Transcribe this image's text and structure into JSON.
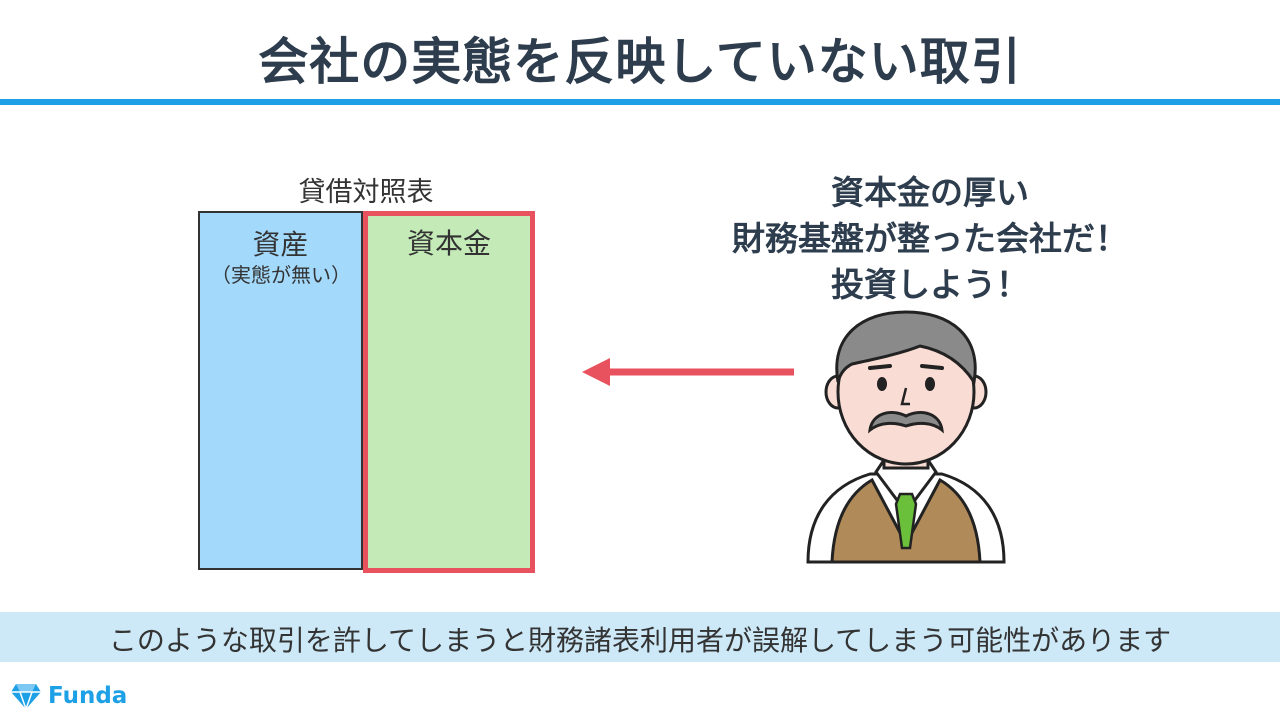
{
  "title": "会社の実態を反映していない取引",
  "balance_sheet": {
    "title": "貸借対照表",
    "asset_label": "資産",
    "asset_note": "（実態が無い）",
    "capital_label": "資本金"
  },
  "speech": {
    "line1": "資本金の厚い",
    "line2": "財務基盤が整った会社だ！",
    "line3": "投資しよう！"
  },
  "bottom_text": "このような取引を許してしまうと財務諸表利用者が誤解してしまう可能性があります",
  "logo": {
    "text": "Funda"
  },
  "colors": {
    "accent": "#1ea0e6",
    "asset_fill": "#a3d9fb",
    "capital_fill": "#c3eab7",
    "highlight": "#e8525e",
    "band": "#cde9f8"
  }
}
